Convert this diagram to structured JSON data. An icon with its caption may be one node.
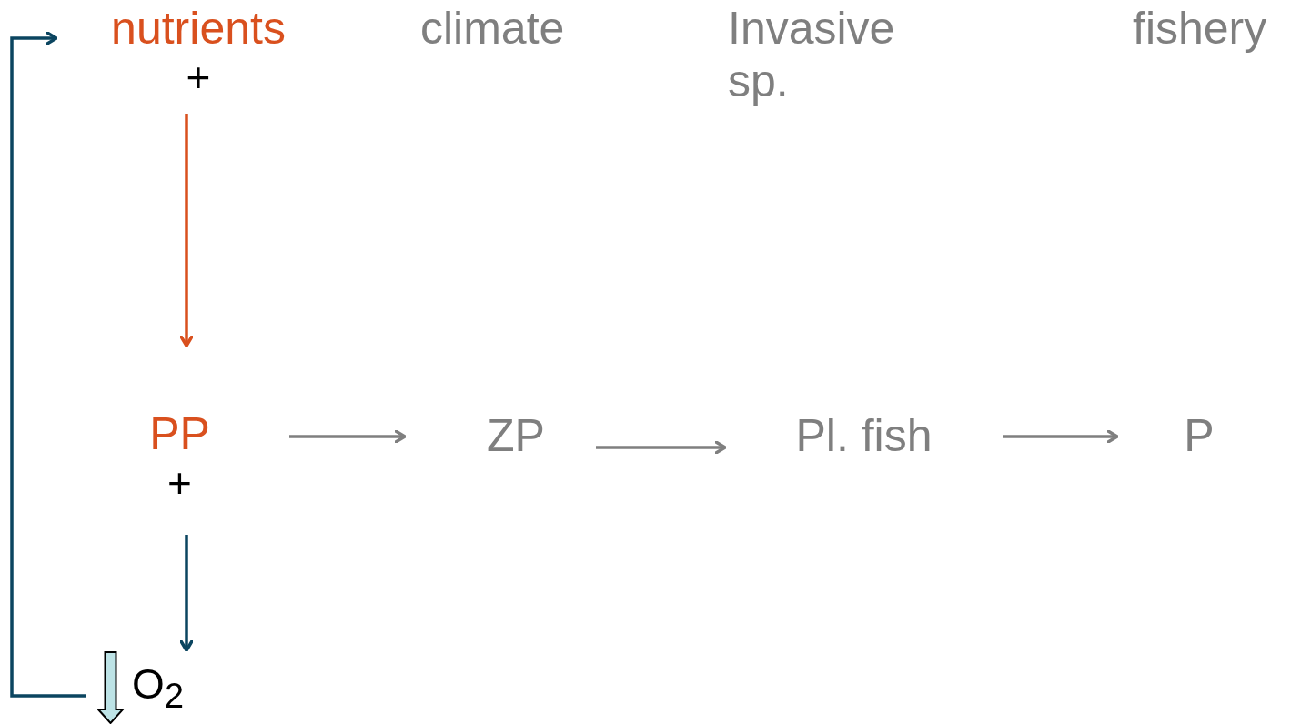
{
  "diagram": {
    "nodes": [
      {
        "text": [
          "nutrients"
        ],
        "beside": [
          "+"
        ]
      },
      {
        "text": [
          "climate"
        ]
      },
      {
        "text": [
          "Invasive sp."
        ]
      },
      {
        "text": [
          "fishery"
        ]
      },
      {
        "text": [
          "PP"
        ],
        "beside": [
          "+"
        ]
      },
      {
        "text": [
          "ZP"
        ]
      },
      {
        "text": [
          "Pl. fish"
        ]
      },
      {
        "text": [
          "P"
        ]
      },
      {
        "text": [
          "O$_{2}$"
        ]
      }
    ],
    "edges": [
      {
        "from": 0,
        "to": 4,
        "arrow": "to",
        "color": "#d9501e"
      },
      {
        "from": 4,
        "to": 5,
        "arrow": "to"
      },
      {
        "from": 5,
        "to": 6,
        "arrow": "to"
      },
      {
        "from": 6,
        "to": 7,
        "arrow": "to"
      },
      {
        "from": 4,
        "to": 8,
        "arrow": "to",
        "color": "#0b4560"
      },
      {
        "from": 8,
        "to": 0,
        "arrow": "to",
        "color": "#0b4560"
      }
    ]
  }
}
